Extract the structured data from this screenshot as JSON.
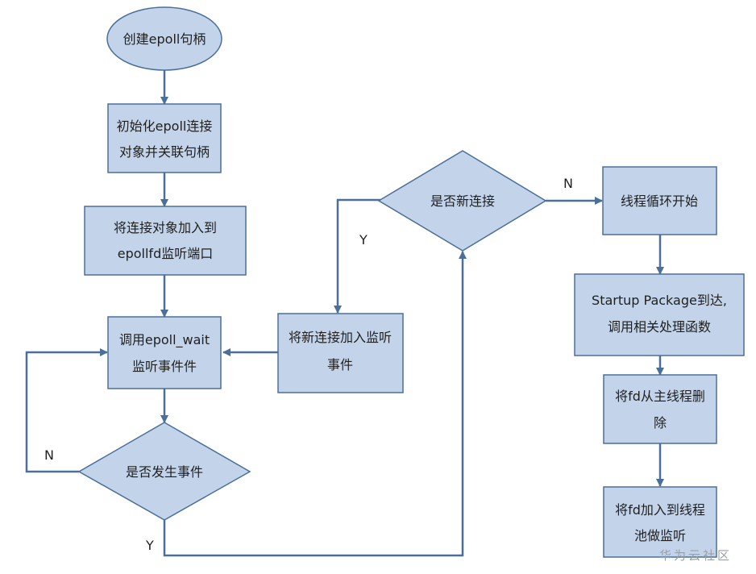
{
  "colors": {
    "node_fill": "#c3d4ea",
    "node_stroke": "#4a6f98",
    "arrow": "#4a6f98"
  },
  "nodes": {
    "start": "创建epoll句柄",
    "init": [
      "初始化epoll连接",
      "对象并关联句柄"
    ],
    "add_listen": [
      "将连接对象加入到",
      "epollfd监听端口"
    ],
    "wait": [
      "调用epoll_wait",
      "监听事件件"
    ],
    "event_decision": "是否发生事件",
    "new_conn_decision": "是否新连接",
    "add_new": [
      "将新连接加入监听",
      "事件"
    ],
    "thread_loop": "线程循环开始",
    "startup": [
      "Startup Package到达,",
      "调用相关处理函数"
    ],
    "remove": [
      "将fd从主线程删",
      "除"
    ],
    "pool": [
      "将fd加入到线程",
      "池做监听"
    ]
  },
  "edge_labels": {
    "event_no": "N",
    "event_yes": "Y",
    "new_conn_yes": "Y",
    "new_conn_no": "N"
  },
  "watermark": "华为云社区"
}
